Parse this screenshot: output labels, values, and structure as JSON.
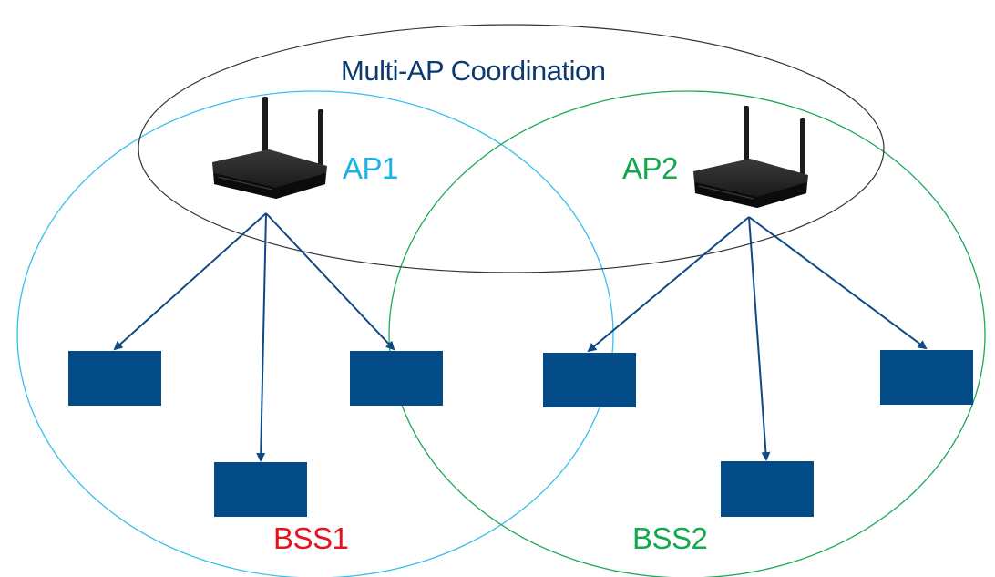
{
  "diagram": {
    "title": "Multi-AP Coordination",
    "access_points": [
      {
        "name": "AP1",
        "label_color": "#1ab2e8",
        "icon": "wireless-router-icon"
      },
      {
        "name": "AP2",
        "label_color": "#13a84e",
        "icon": "wireless-router-icon"
      }
    ],
    "bss": [
      {
        "name": "BSS1",
        "label_color": "#e5141b",
        "circle_color": "#36c0ec"
      },
      {
        "name": "BSS2",
        "label_color": "#13a84e",
        "circle_color": "#1ea85a"
      }
    ],
    "station_color": "#024b87",
    "arrow_color": "#0e4a86",
    "title_color": "#0d3a6e",
    "coordination_ellipse_color": "#333333"
  }
}
